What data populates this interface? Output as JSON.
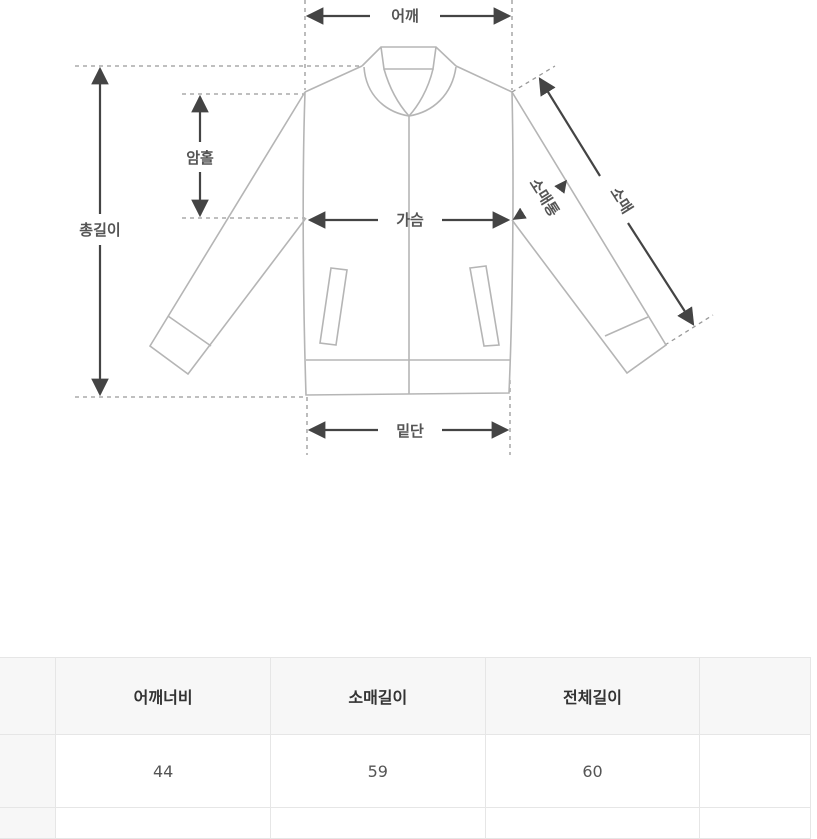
{
  "diagram": {
    "labels": {
      "shoulder": "어깨",
      "armhole": "암홀",
      "total_length": "총길이",
      "chest": "가슴",
      "sleeve_width": "소매통",
      "sleeve": "소매",
      "hem": "밑단"
    },
    "line_color": "#b5b5b5",
    "arrow_color": "#555555"
  },
  "table": {
    "headers": [
      "",
      "어깨너비",
      "소매길이",
      "전체길이",
      ""
    ],
    "rows": [
      [
        "",
        "44",
        "59",
        "60",
        ""
      ],
      [
        "",
        "",
        "",
        "",
        ""
      ]
    ]
  }
}
